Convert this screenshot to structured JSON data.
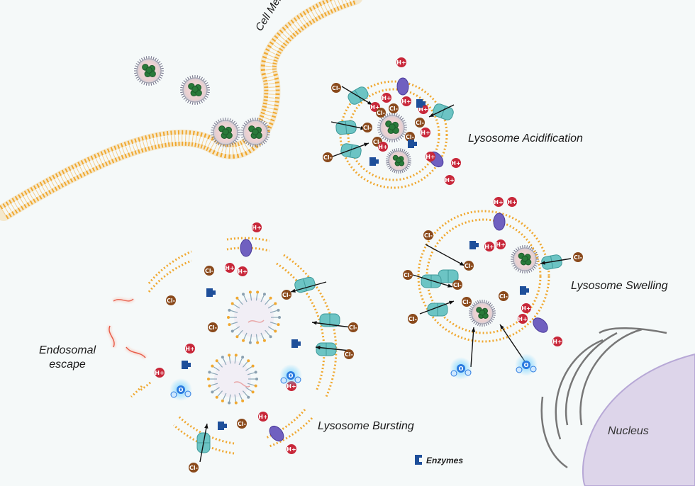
{
  "labels": {
    "cell_membrane": "Cell Membrane",
    "acidification": "Lysosome Acidification",
    "swelling": "Lysosome Swelling",
    "bursting": "Lysosome Bursting",
    "escape": "Endosomal\nescape",
    "nucleus": "Nucleus",
    "enzymes": "Enzymes"
  },
  "ions": {
    "proton": "H+",
    "chloride": "Cl-",
    "water_o": "O",
    "water_h": "H"
  },
  "colors": {
    "membrane": "#f0a830",
    "proton": "#c8283a",
    "chloride": "#8a4a1c",
    "channel": "#6cc4c4",
    "pump": "#7060c0",
    "enzyme": "#1e4f9a",
    "water": "#2a7ae0",
    "nucleus": "#ddd5ea",
    "rna": "#e04a3a"
  }
}
